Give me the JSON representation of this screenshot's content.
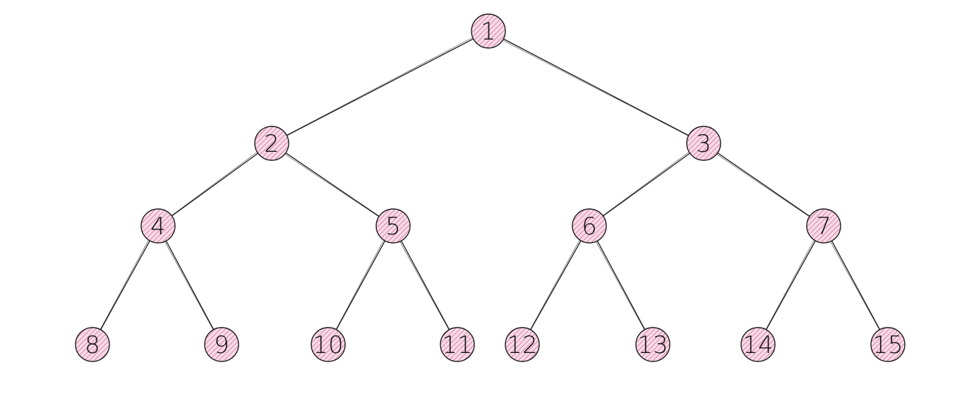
{
  "diagram": {
    "type": "binary-tree",
    "colors": {
      "node_fill": "#f6dbe7",
      "node_hatch": "#d76a9b",
      "stroke": "#1a1a1a",
      "background": "#ffffff"
    },
    "nodes": [
      {
        "id": 1,
        "label": "1",
        "parent": null
      },
      {
        "id": 2,
        "label": "2",
        "parent": 1
      },
      {
        "id": 3,
        "label": "3",
        "parent": 1
      },
      {
        "id": 4,
        "label": "4",
        "parent": 2
      },
      {
        "id": 5,
        "label": "5",
        "parent": 2
      },
      {
        "id": 6,
        "label": "6",
        "parent": 3
      },
      {
        "id": 7,
        "label": "7",
        "parent": 3
      },
      {
        "id": 8,
        "label": "8",
        "parent": 4
      },
      {
        "id": 9,
        "label": "9",
        "parent": 4
      },
      {
        "id": 10,
        "label": "10",
        "parent": 5
      },
      {
        "id": 11,
        "label": "11",
        "parent": 5
      },
      {
        "id": 12,
        "label": "12",
        "parent": 6
      },
      {
        "id": 13,
        "label": "13",
        "parent": 6
      },
      {
        "id": 14,
        "label": "14",
        "parent": 7
      },
      {
        "id": 15,
        "label": "15",
        "parent": 7
      }
    ]
  }
}
